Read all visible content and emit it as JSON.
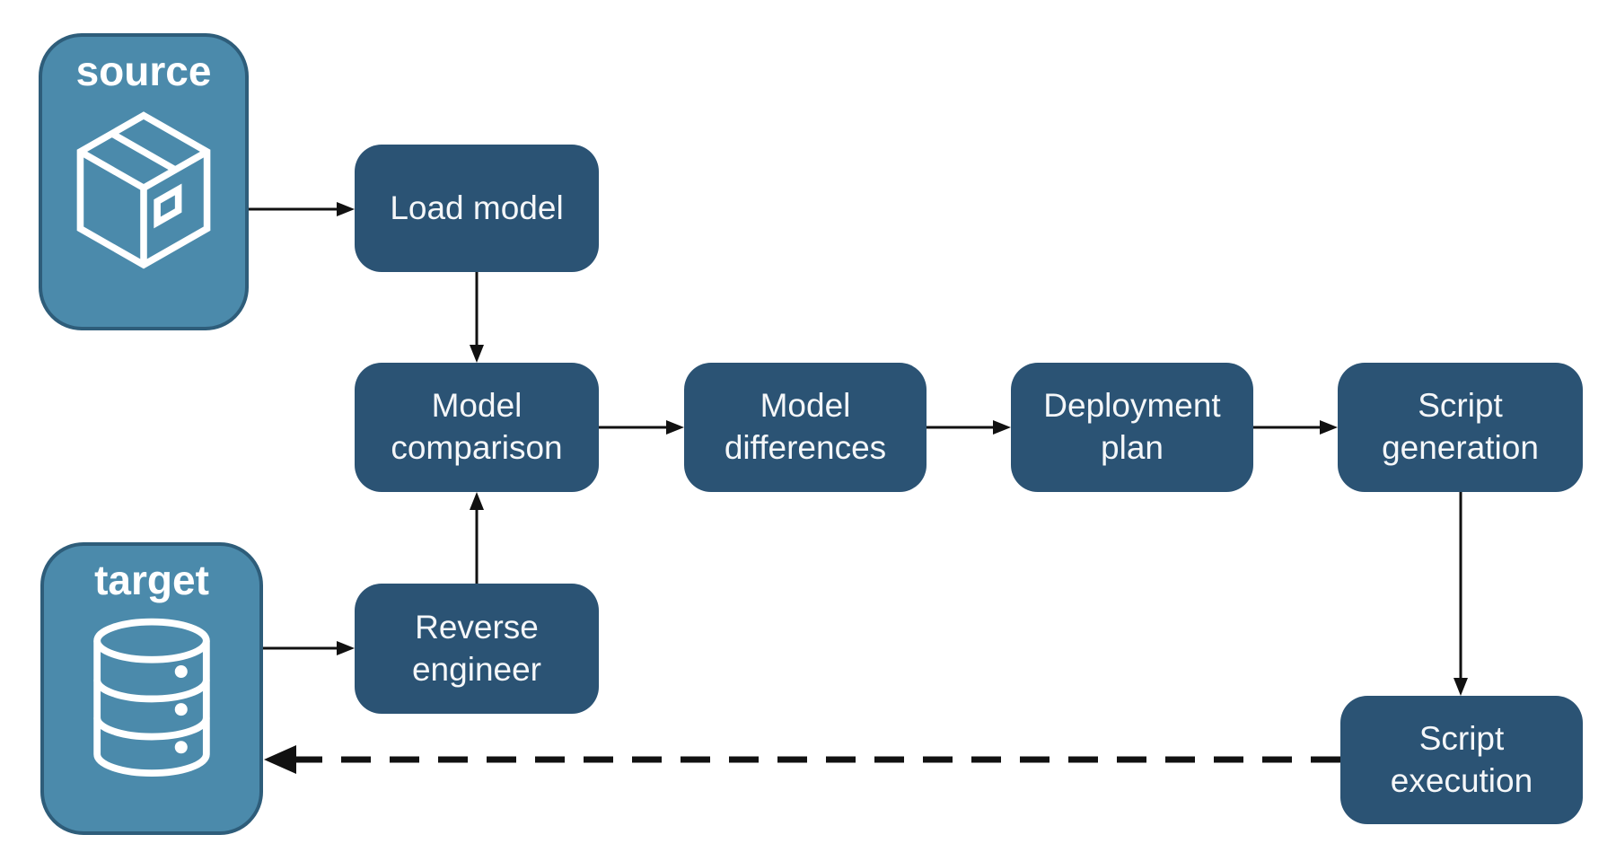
{
  "diagram": {
    "colors": {
      "entity_fill": "#4b8aab",
      "entity_border": "#2e5d7a",
      "step_fill": "#2b5374",
      "step_text": "#f5f7f9",
      "entity_text": "#ffffff",
      "arrow": "#111111",
      "background": "#ffffff"
    },
    "entities": [
      {
        "id": "source",
        "label": "source",
        "icon": "package-icon"
      },
      {
        "id": "target",
        "label": "target",
        "icon": "database-icon"
      }
    ],
    "steps": [
      {
        "id": "load-model",
        "label": "Load model"
      },
      {
        "id": "model-comparison",
        "label": "Model comparison"
      },
      {
        "id": "model-differences",
        "label": "Model differences"
      },
      {
        "id": "deployment-plan",
        "label": "Deployment plan"
      },
      {
        "id": "script-generation",
        "label": "Script generation"
      },
      {
        "id": "reverse-engineer",
        "label": "Reverse engineer"
      },
      {
        "id": "script-execution",
        "label": "Script execution"
      }
    ],
    "edges": [
      {
        "from": "source",
        "to": "load-model",
        "style": "solid"
      },
      {
        "from": "load-model",
        "to": "model-comparison",
        "style": "solid"
      },
      {
        "from": "model-comparison",
        "to": "model-differences",
        "style": "solid"
      },
      {
        "from": "model-differences",
        "to": "deployment-plan",
        "style": "solid"
      },
      {
        "from": "deployment-plan",
        "to": "script-generation",
        "style": "solid"
      },
      {
        "from": "script-generation",
        "to": "script-execution",
        "style": "solid"
      },
      {
        "from": "target",
        "to": "reverse-engineer",
        "style": "solid"
      },
      {
        "from": "reverse-engineer",
        "to": "model-comparison",
        "style": "solid"
      },
      {
        "from": "script-execution",
        "to": "target",
        "style": "dashed"
      }
    ]
  }
}
